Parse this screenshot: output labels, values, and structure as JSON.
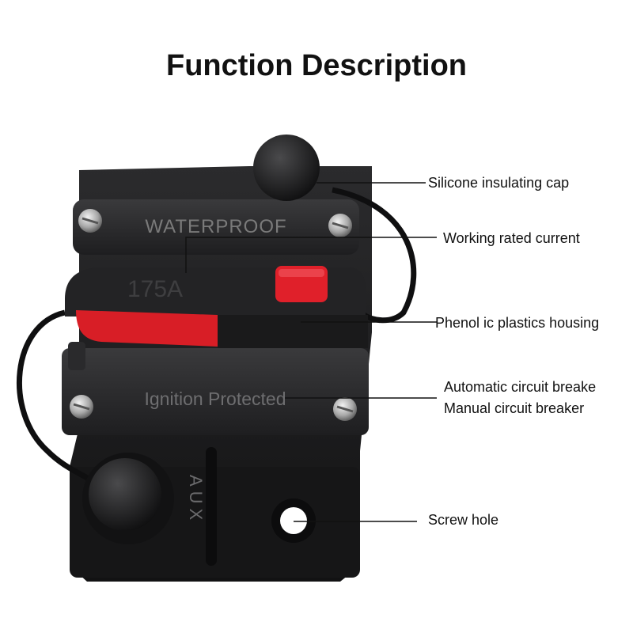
{
  "title": "Function Description",
  "product": {
    "embossed_top": "WATERPROOF",
    "rating": "175A",
    "embossed_bottom": "Ignition Protected",
    "terminal_side": "AUX"
  },
  "callouts": {
    "cap": "Silicone insulating cap",
    "current": "Working rated current",
    "housing": "Phenol ic plastics housing",
    "auto": "Automatic circuit breake",
    "manual": "Manual circuit breaker",
    "screw": "Screw hole"
  },
  "colors": {
    "body": "#1c1c1e",
    "accent_red": "#e0202a",
    "text": "#111111"
  }
}
